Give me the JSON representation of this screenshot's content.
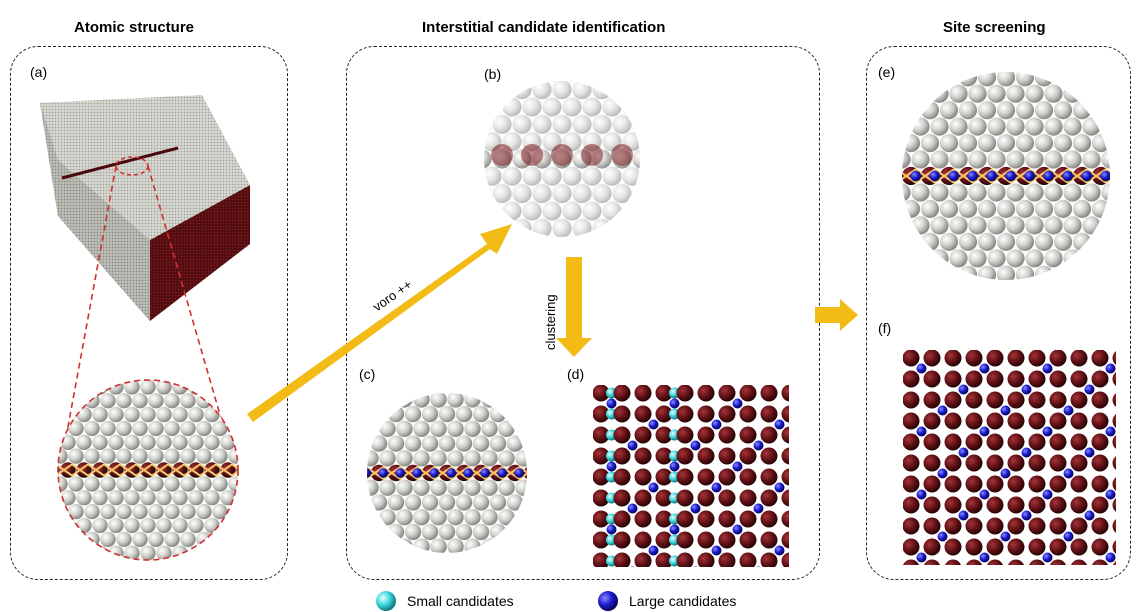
{
  "sections": {
    "atomic_title": "Atomic structure",
    "interstitial_title": "Interstitial candidate identification",
    "screening_title": "Site screening"
  },
  "panels": {
    "a": "(a)",
    "b": "(b)",
    "c": "(c)",
    "d": "(d)",
    "e": "(e)",
    "f": "(f)"
  },
  "arrows": {
    "voro": "voro ++",
    "clustering": "clustering"
  },
  "legend": {
    "small": {
      "label": "Small candidates",
      "color": "#3ad6dc"
    },
    "large": {
      "label": "Large candidates",
      "color": "#1a1ad0"
    }
  },
  "colors": {
    "matrix_atom": "#c8c8c4",
    "boundary_atom": "#5a0f12",
    "arrow": "#f3bb16",
    "bond": "#f5c66a"
  }
}
